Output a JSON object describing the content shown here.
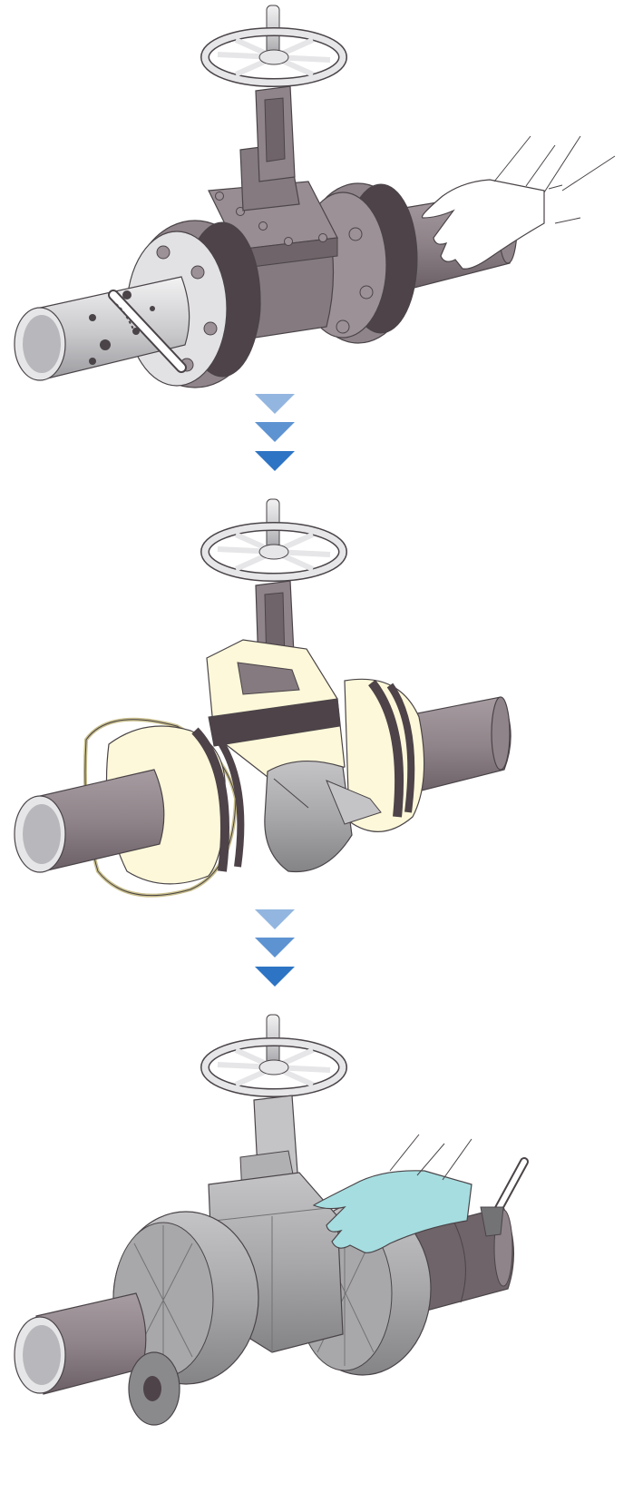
{
  "colors": {
    "pipe": "#8f8489",
    "pipe_dark": "#6a5f65",
    "pipe_light": "#a79ca1",
    "flange_band": "#4d4348",
    "steel": "#c9c9cc",
    "steel_light": "#e6e6e8",
    "bore": "#b8b8bc",
    "insulation": "#fdf8d9",
    "insulation_edge": "#c9bf8c",
    "cladding": "#a8a8aa",
    "cladding_dark": "#737375",
    "cladding_light": "#c4c4c6",
    "glove_white": "#ffffff",
    "glove_cyan": "#a6dde0",
    "outline": "#4a4448",
    "arrow_light": "#93b6e0",
    "arrow_mid": "#5e93d2",
    "arrow_dark": "#2e74c4"
  },
  "steps": [
    {
      "id": "surface-prep",
      "icon": "surface-preparation-icon"
    },
    {
      "id": "insulation",
      "icon": "insulation-jacket-icon"
    },
    {
      "id": "cladding",
      "icon": "metal-cladding-icon"
    }
  ],
  "arrows": [
    {
      "id": "arrow-1",
      "icon": "chevron-down-icon"
    },
    {
      "id": "arrow-2",
      "icon": "chevron-down-icon"
    }
  ]
}
